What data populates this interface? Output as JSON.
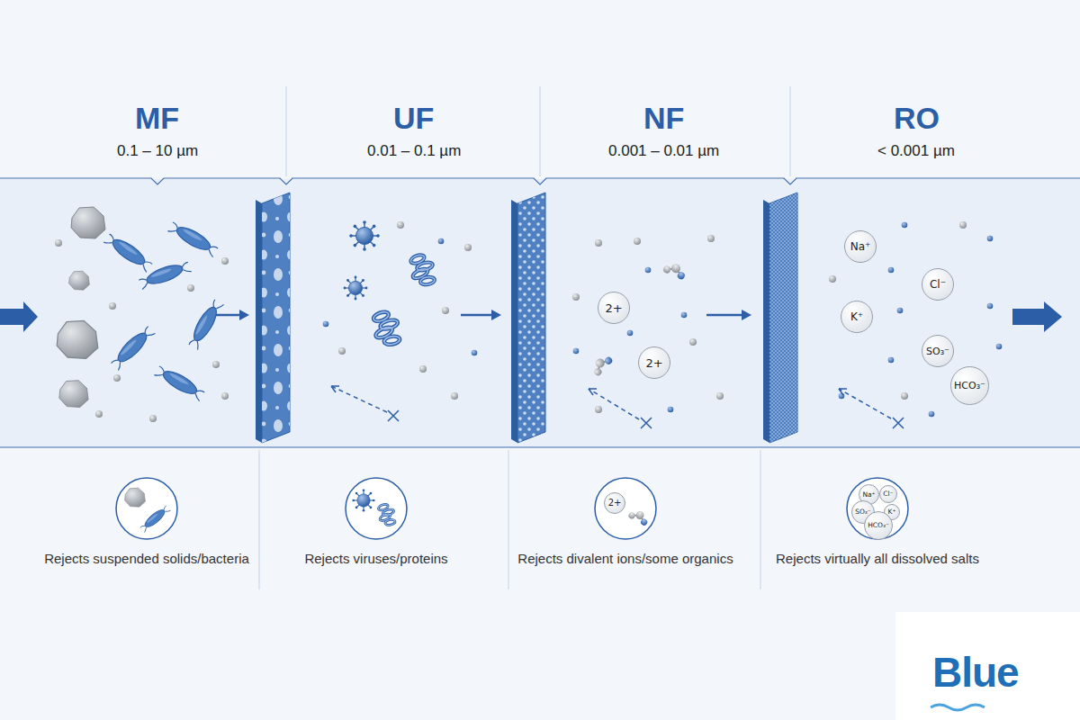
{
  "diagram": {
    "nodes": [
      {
        "text": [
          "2+"
        ]
      },
      {
        "text": [
          "2+"
        ]
      },
      {
        "text": [
          "Na⁺"
        ]
      },
      {
        "text": [
          "Cl⁻"
        ]
      },
      {
        "text": [
          "K⁺"
        ]
      },
      {
        "text": [
          "SO₃⁻"
        ]
      },
      {
        "text": [
          "HCO₃⁻"
        ]
      },
      {
        "text": [
          "Rejects suspended solids/bacteria"
        ]
      },
      {
        "text": [
          "Rejects viruses/proteins"
        ]
      },
      {
        "text": [
          "Rejects divalent ions/some organics"
        ]
      },
      {
        "text": [
          "2+"
        ],
        "in": 9
      },
      {
        "text": [
          "Rejects virtually all dissolved salts"
        ]
      },
      {
        "text": [
          "Na⁺"
        ],
        "in": 11
      },
      {
        "text": [
          "Cl⁻"
        ],
        "in": 11
      },
      {
        "text": [
          "SO₃⁻"
        ],
        "in": 11
      },
      {
        "text": [
          "K⁺"
        ],
        "in": 11
      },
      {
        "text": [
          "HCO₃⁻"
        ],
        "in": 11
      }
    ],
    "labels": [
      "MF",
      "0.1 – 10 µm",
      "UF",
      "0.01 – 0.1 µm",
      "NF",
      "0.001 – 0.01 µm",
      "RO",
      "< 0.001 µm",
      "Blue"
    ]
  }
}
